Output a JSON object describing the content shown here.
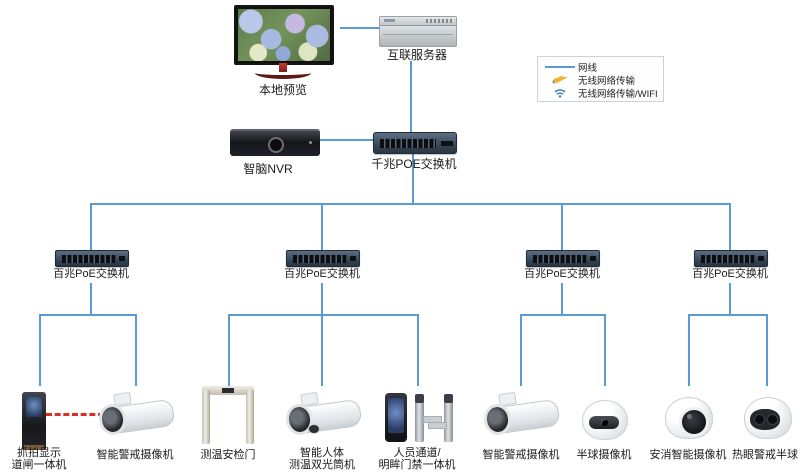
{
  "colors": {
    "cable": "#5B9BD5",
    "barrier_arm": "#d93025",
    "wifi_icon": "#2e75b6",
    "bolt_icon": "#f0b429"
  },
  "legend": {
    "cable_label": "网线",
    "wireless_label": "无线网络传输",
    "wifi_label": "无线网络传输/WIFI"
  },
  "top_nodes": {
    "monitor_label": "本地预览",
    "server_label": "互联服务器",
    "nvr_label": "智脑NVR",
    "core_switch_label": "千兆POE交换机"
  },
  "access_switches": [
    {
      "label": "百兆PoE交换机"
    },
    {
      "label": "百兆PoE交换机"
    },
    {
      "label": "百兆PoE交换机"
    },
    {
      "label": "百兆PoE交换机"
    }
  ],
  "end_devices": [
    {
      "line1": "抓拍显示",
      "line2": "道闸一体机"
    },
    {
      "line1": "智能警戒摄像机",
      "line2": ""
    },
    {
      "line1": "测温安检门",
      "line2": ""
    },
    {
      "line1": "智能人体",
      "line2": "测温双光筒机"
    },
    {
      "line1": "人员通道/",
      "line2": "明眸门禁一体机"
    },
    {
      "line1": "智能警戒摄像机",
      "line2": ""
    },
    {
      "line1": "半球摄像机",
      "line2": ""
    },
    {
      "line1": "安消智能摄像机",
      "line2": ""
    },
    {
      "line1": "热眼警戒半球",
      "line2": ""
    }
  ]
}
